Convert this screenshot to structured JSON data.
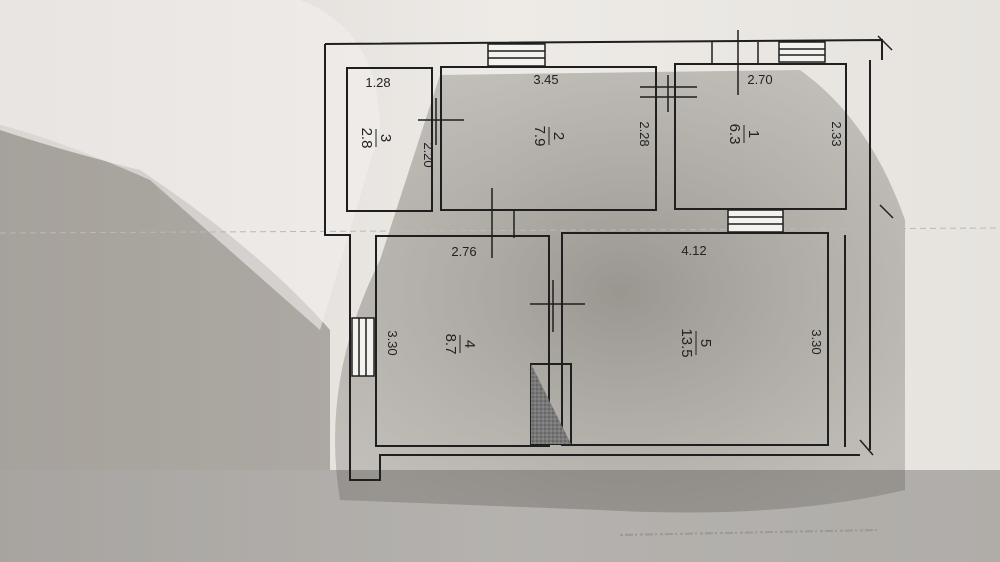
{
  "colors": {
    "paper": "#ece9e5",
    "shadow": "#6f6a64",
    "line": "#1f1f1f"
  },
  "dimensions": {
    "room3_width": "1.28",
    "room2_width": "3.45",
    "room1_width": "2.70",
    "room3_height": "2.20",
    "room2_height": "2.28",
    "room1_height": "2.33",
    "room4_width": "2.76",
    "room5_width": "4.12",
    "room4_height": "3.30",
    "room5_height": "3.30"
  },
  "rooms": [
    {
      "number": "1",
      "area": "6.3"
    },
    {
      "number": "2",
      "area": "7.9"
    },
    {
      "number": "3",
      "area": "2.8"
    },
    {
      "number": "4",
      "area": "8.7"
    },
    {
      "number": "5",
      "area": "13.5"
    }
  ]
}
